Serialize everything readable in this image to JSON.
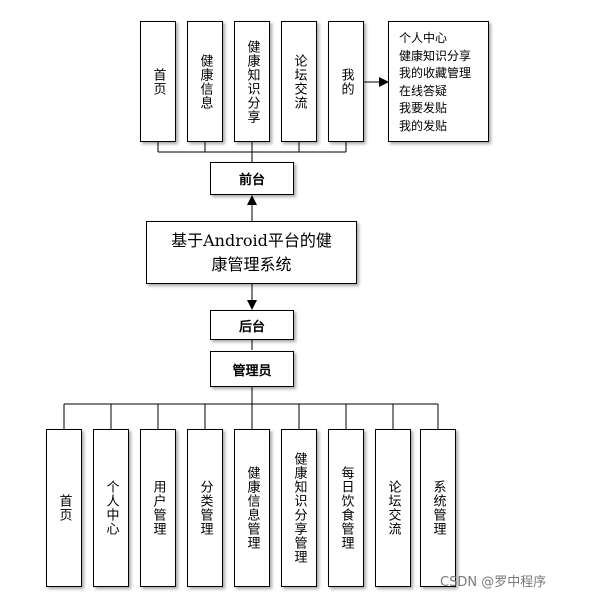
{
  "frontend": {
    "label": "前台",
    "modules": [
      "首页",
      "健康信息",
      "健康知识分享",
      "论坛交流",
      "我的"
    ],
    "my_menu": [
      "个人中心",
      "健康知识分享",
      "我的收藏管理",
      "在线答疑",
      "我要发贴",
      "我的发贴"
    ]
  },
  "system": {
    "title_line1": "基于Android平台的健",
    "title_line2": "康管理系统"
  },
  "backend": {
    "label": "后台",
    "admin_label": "管理员",
    "modules": [
      "首页",
      "个人中心",
      "用户管理",
      "分类管理",
      "健康信息管理",
      "健康知识分享管理",
      "每日饮食管理",
      "论坛交流",
      "系统管理"
    ]
  },
  "watermark": "CSDN @罗中程序"
}
